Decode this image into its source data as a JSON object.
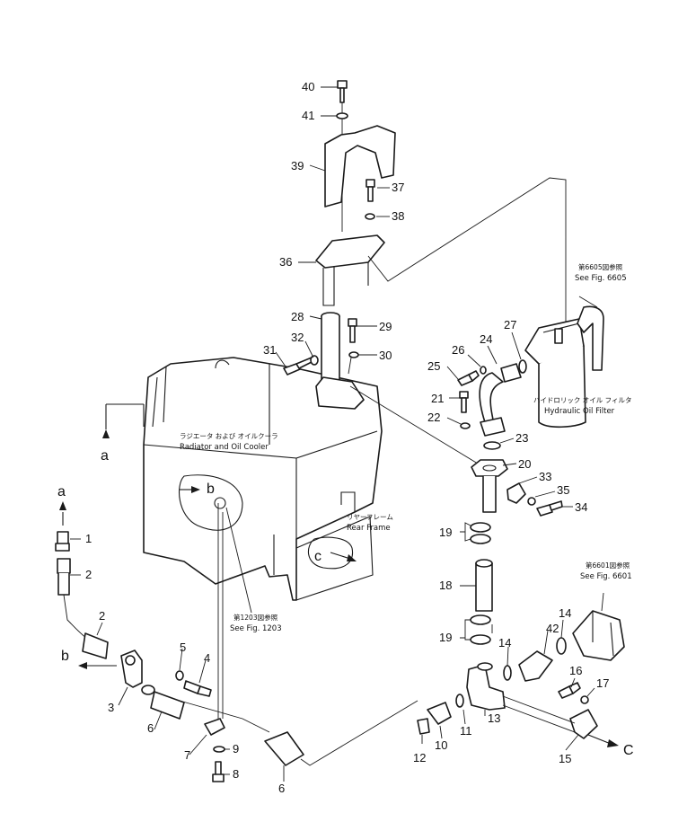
{
  "parts": [
    {
      "no": "1"
    },
    {
      "no": "2"
    },
    {
      "no": "2"
    },
    {
      "no": "3"
    },
    {
      "no": "4"
    },
    {
      "no": "5"
    },
    {
      "no": "6"
    },
    {
      "no": "6"
    },
    {
      "no": "7"
    },
    {
      "no": "8"
    },
    {
      "no": "9"
    },
    {
      "no": "10"
    },
    {
      "no": "11"
    },
    {
      "no": "12"
    },
    {
      "no": "13"
    },
    {
      "no": "14"
    },
    {
      "no": "14"
    },
    {
      "no": "15"
    },
    {
      "no": "16"
    },
    {
      "no": "17"
    },
    {
      "no": "18"
    },
    {
      "no": "19"
    },
    {
      "no": "19"
    },
    {
      "no": "20"
    },
    {
      "no": "21"
    },
    {
      "no": "22"
    },
    {
      "no": "23"
    },
    {
      "no": "24"
    },
    {
      "no": "25"
    },
    {
      "no": "26"
    },
    {
      "no": "27"
    },
    {
      "no": "28"
    },
    {
      "no": "29"
    },
    {
      "no": "30"
    },
    {
      "no": "31"
    },
    {
      "no": "32"
    },
    {
      "no": "33"
    },
    {
      "no": "34"
    },
    {
      "no": "35"
    },
    {
      "no": "36"
    },
    {
      "no": "37"
    },
    {
      "no": "38"
    },
    {
      "no": "39"
    },
    {
      "no": "40"
    },
    {
      "no": "41"
    },
    {
      "no": "42"
    }
  ],
  "captions": {
    "radiator_jp": "ラジエータ および オイルクーラ",
    "radiator_en": "Radiator and Oil Cooler",
    "rear_frame_jp": "リヤーフレーム",
    "rear_frame_en": "Rear Frame",
    "hyd_filter_jp": "ハイドロリック オイル フィルタ",
    "hyd_filter_en": "Hydraulic Oil Filter",
    "ref_6605_jp": "第6605図参照",
    "ref_6605_en": "See Fig. 6605",
    "ref_6601_jp": "第6601図参照",
    "ref_6601_en": "See Fig. 6601",
    "ref_1203_jp": "第1203図参照",
    "ref_1203_en": "See Fig. 1203"
  },
  "connection_markers": {
    "a_top": "a",
    "a_left": "a",
    "b_left": "b",
    "b_circle": "b",
    "c_circle": "c",
    "c_right": "C"
  }
}
